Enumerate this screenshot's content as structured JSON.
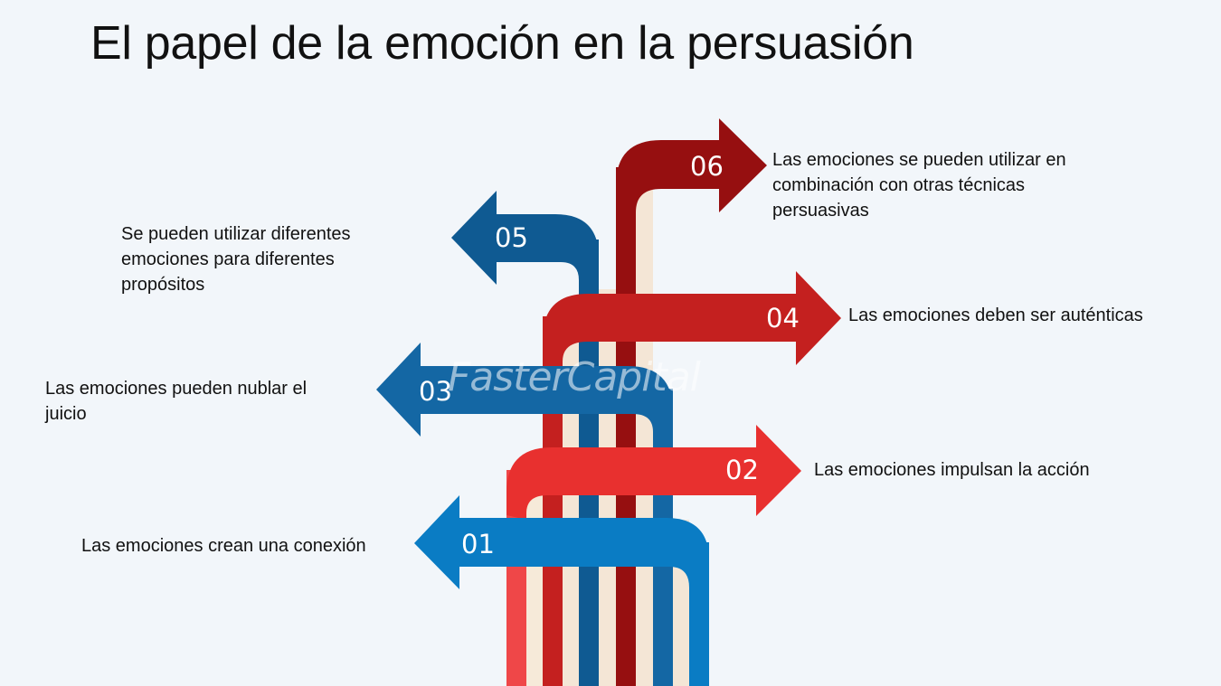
{
  "title": "El papel de la emoción en la persuasión",
  "watermark": "FasterCapital",
  "steps": [
    {
      "number": "01",
      "text": "Las emociones crean una conexión",
      "color": "#0a7cc4"
    },
    {
      "number": "02",
      "text": "Las emociones impulsan la acción",
      "color": "#e8302f"
    },
    {
      "number": "03",
      "text": "Las emociones pueden nublar el juicio",
      "color": "#1467a4"
    },
    {
      "number": "04",
      "text": "Las emociones deben ser auténticas",
      "color": "#c4201f"
    },
    {
      "number": "05",
      "text": "Se pueden utilizar diferentes emociones para diferentes propósitos",
      "color": "#0f5a92"
    },
    {
      "number": "06",
      "text": "Las emociones se pueden utilizar en combinación con otras técnicas persuasivas",
      "color": "#960f10"
    }
  ]
}
